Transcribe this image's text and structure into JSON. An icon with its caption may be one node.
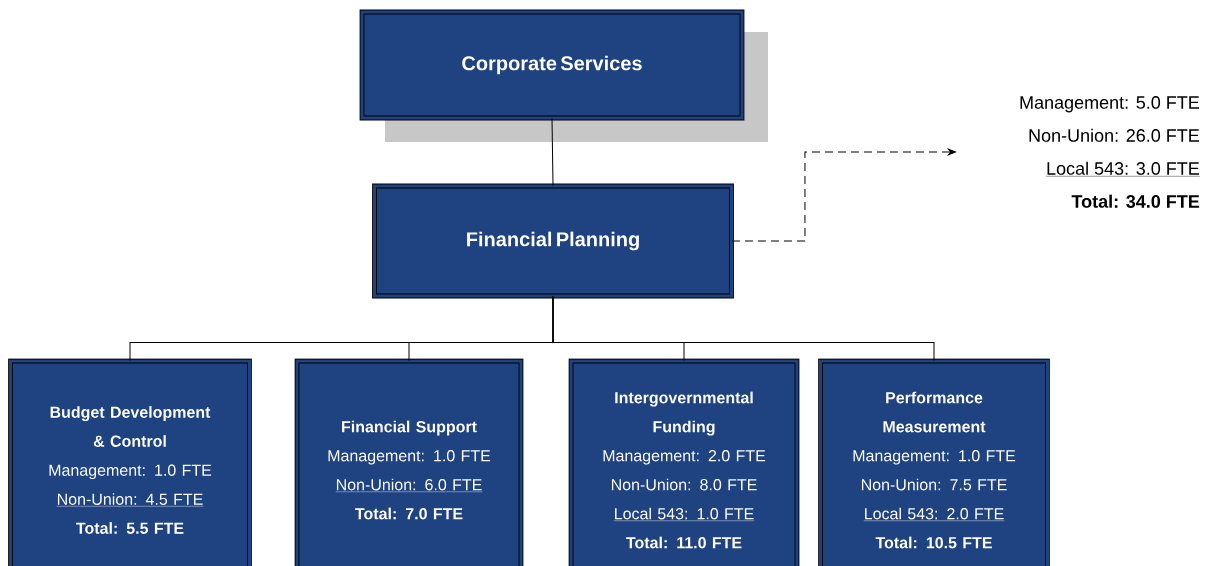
{
  "diagram": {
    "nodes": [
      {
        "text": [
          "Corporate Services"
        ]
      },
      {
        "text": [
          "Financial Planning"
        ]
      },
      {
        "text": [
          "Budget Development & Control",
          "Management: 1.0 FTE",
          "Non-Union: 4.5 FTE",
          "Total: 5.5 FTE"
        ]
      },
      {
        "text": [
          "Financial Support",
          "Management: 1.0 FTE",
          "Non-Union: 6.0 FTE",
          "Total: 7.0 FTE"
        ]
      },
      {
        "text": [
          "Intergovernmental Funding",
          "Management: 2.0 FTE",
          "Non-Union: 8.0 FTE",
          "Local 543: 1.0 FTE",
          "Total: 11.0 FTE"
        ]
      },
      {
        "text": [
          "Performance Measurement",
          "Management: 1.0 FTE",
          "Non-Union: 7.5 FTE",
          "Local 543: 2.0 FTE",
          "Total: 10.5 FTE"
        ]
      },
      {
        "text": [
          "Management: 5.0 FTE",
          "Non-Union: 26.0 FTE",
          "Local 543: 3.0 FTE",
          "Total: 34.0 FTE"
        ]
      }
    ],
    "edges": [
      {
        "from": 0,
        "to": 1,
        "arrow": "none"
      },
      {
        "from": 1,
        "to": 2,
        "arrow": "none"
      },
      {
        "from": 1,
        "to": 3,
        "arrow": "none"
      },
      {
        "from": 1,
        "to": 4,
        "arrow": "none"
      },
      {
        "from": 1,
        "to": 5,
        "arrow": "none"
      },
      {
        "from": 1,
        "to": 6,
        "arrow": "to",
        "style": "dashed"
      }
    ]
  }
}
